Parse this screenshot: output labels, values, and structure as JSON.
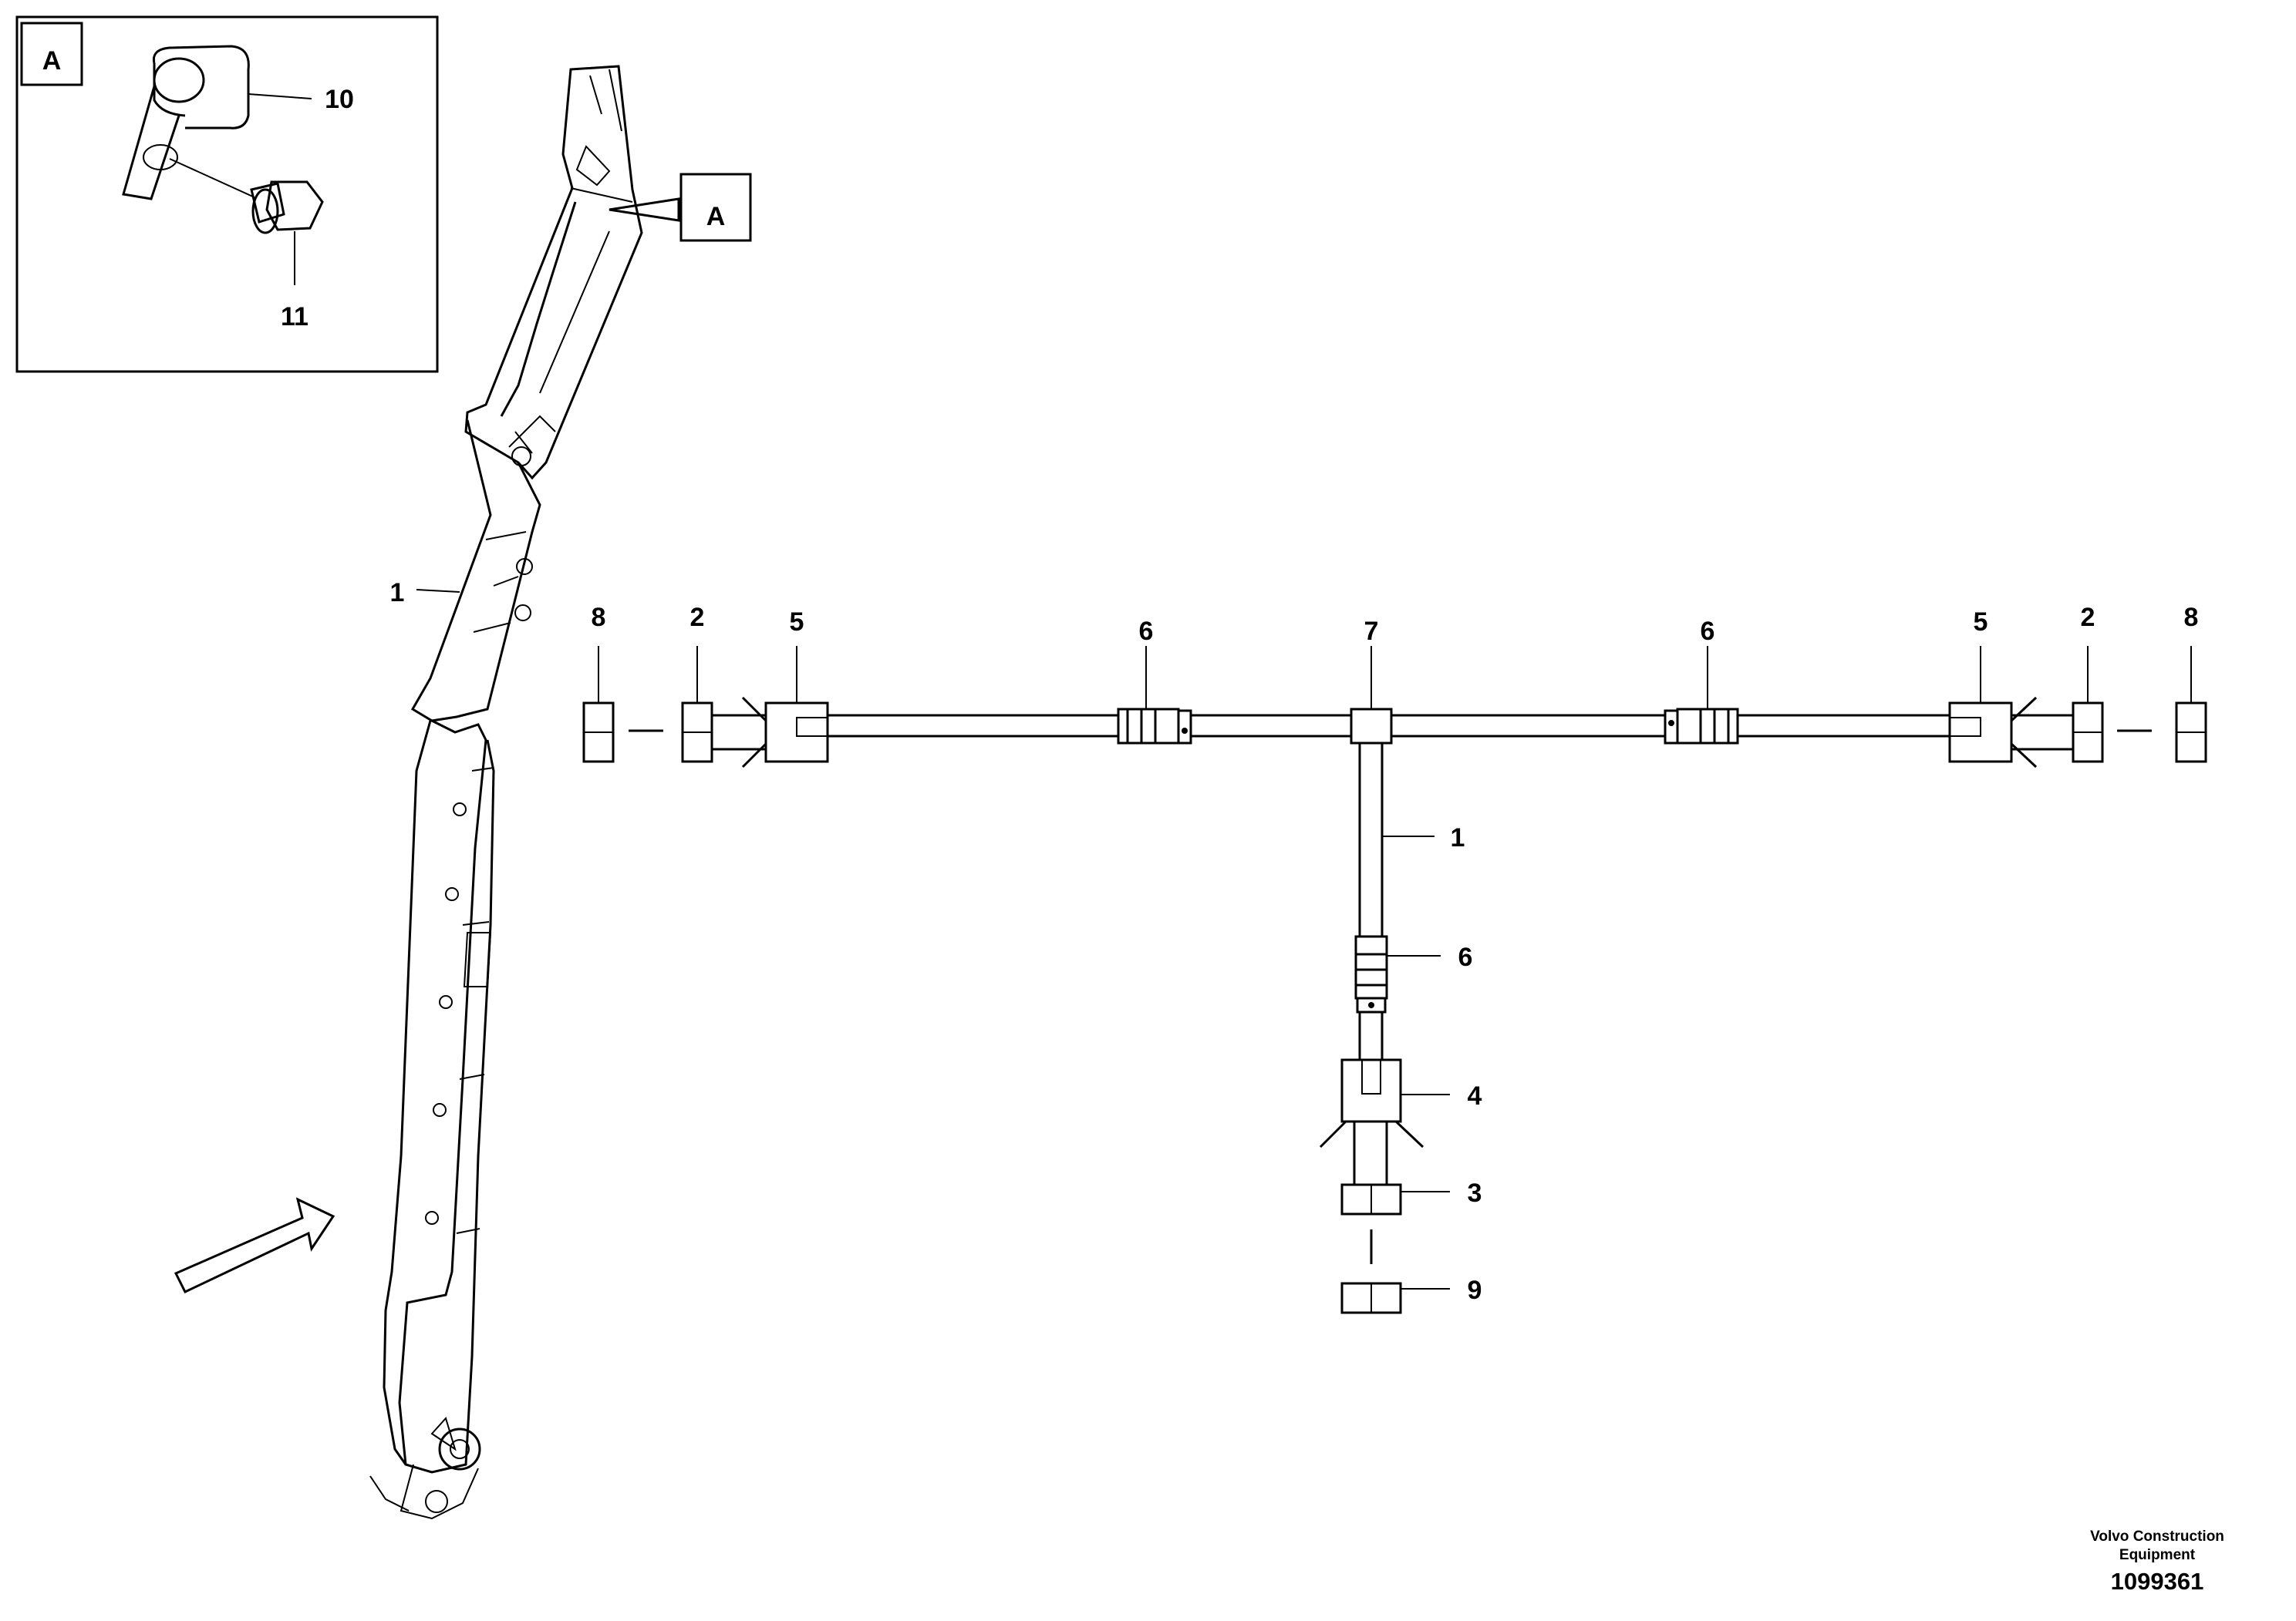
{
  "detail_view": {
    "label": "A",
    "items": [
      "10",
      "11"
    ]
  },
  "view_marker": {
    "label": "A"
  },
  "boom_callout": "1",
  "harness": {
    "left": {
      "plug": "8",
      "connector": "2",
      "junction": "5",
      "clamp": "6"
    },
    "center": {
      "tee": "7",
      "hose": "1",
      "clamp": "6",
      "junction": "4",
      "connector": "3",
      "plug": "9"
    },
    "right": {
      "plug": "8",
      "connector": "2",
      "junction": "5",
      "clamp": "6"
    }
  },
  "credit": {
    "line1": "Volvo Construction",
    "line2": "Equipment",
    "drawing_number": "1099361"
  }
}
